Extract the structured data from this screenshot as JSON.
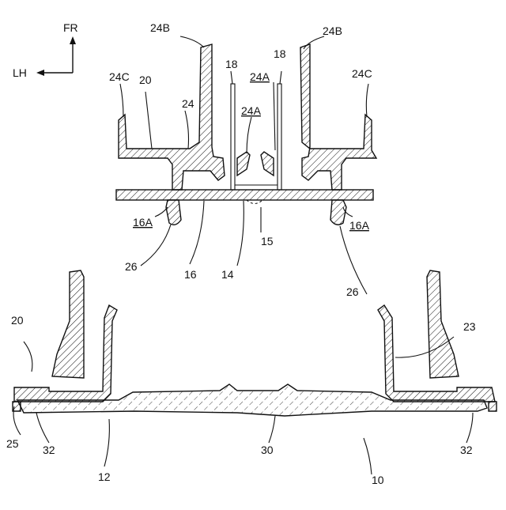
{
  "labels": {
    "fr": "FR",
    "lh": "LH",
    "l24B_left": "24B",
    "l24B_right": "24B",
    "l18_left": "18",
    "l18_right": "18",
    "l24A_center": "24A",
    "l24A_right": "24A",
    "l24C_left": "24C",
    "l24C_right": "24C",
    "l20_top": "20",
    "l24": "24",
    "l16A_left": "16A",
    "l16A_right": "16A",
    "l26_left": "26",
    "l26_right": "26",
    "l16": "16",
    "l14": "14",
    "l15": "15",
    "l20_bottom": "20",
    "l23": "23",
    "l25": "25",
    "l32_left": "32",
    "l32_right": "32",
    "l12": "12",
    "l30": "30",
    "l10": "10"
  }
}
